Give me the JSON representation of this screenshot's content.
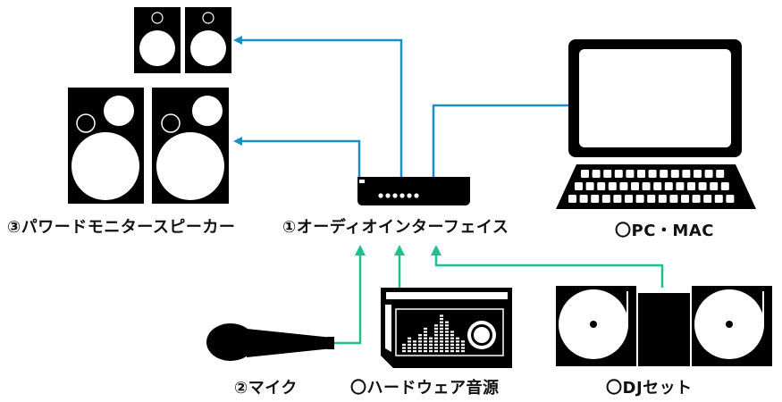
{
  "labels": {
    "monitor_speakers": "③パワードモニタースピーカー",
    "audio_interface": "①オーディオインターフェイス",
    "pc_mac": "〇PC・MAC",
    "microphone": "②マイク",
    "hardware_sound_source": "〇ハードウェア音源",
    "dj_set": "〇DJセット"
  },
  "colors": {
    "output_line": "#1a8fc4",
    "input_line": "#1fbf8f",
    "device": "#000000"
  },
  "icons": [
    "small-speaker-icon",
    "large-speaker-icon",
    "audio-interface-icon",
    "computer-icon",
    "microphone-icon",
    "hardware-synth-icon",
    "turntable-icon",
    "dj-mixer-icon"
  ]
}
